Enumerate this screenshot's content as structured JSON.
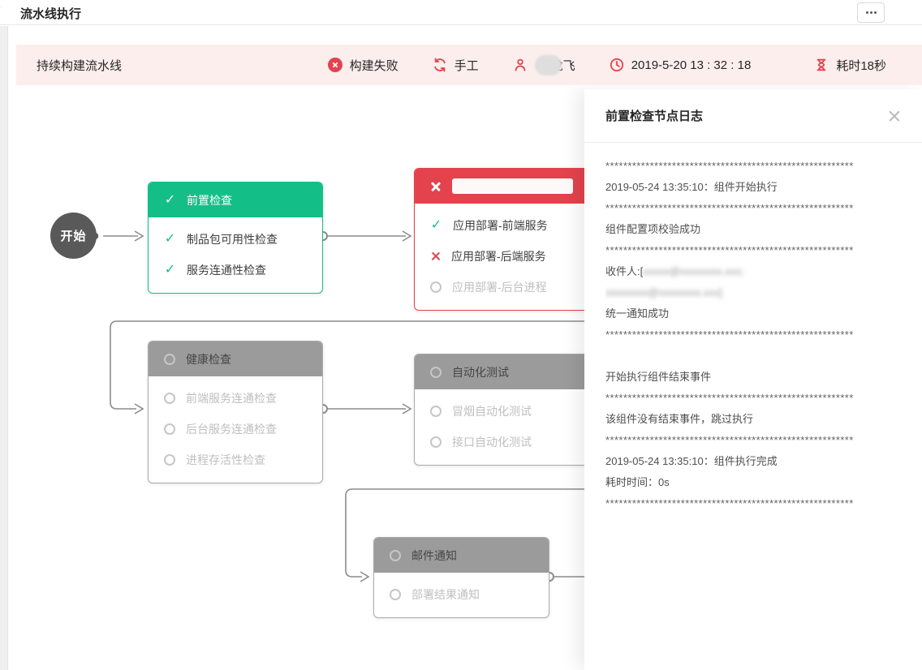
{
  "header": {
    "title": "流水线执行"
  },
  "status_bar": {
    "pipeline_name": "持续构建流水线",
    "build_status": "构建失败",
    "trigger_mode": "手工",
    "trigger_user": "龙飞",
    "start_time": "2019-5-20 13 : 32 : 18",
    "duration": "耗时18秒"
  },
  "flow": {
    "start_label": "开始",
    "nodes": [
      {
        "title": "前置检查",
        "status": "success",
        "items": [
          {
            "label": "制品包可用性检查",
            "status": "success"
          },
          {
            "label": "服务连通性检查",
            "status": "success"
          }
        ]
      },
      {
        "title": "",
        "title_redacted": true,
        "status": "failed",
        "items": [
          {
            "label": "应用部署-前端服务",
            "status": "success"
          },
          {
            "label": "应用部署-后端服务",
            "status": "failed"
          },
          {
            "label": "应用部署-后台进程",
            "status": "pending"
          }
        ]
      },
      {
        "title": "健康检查",
        "status": "pending",
        "items": [
          {
            "label": "前端服务连通检查",
            "status": "pending"
          },
          {
            "label": "后台服务连通检查",
            "status": "pending"
          },
          {
            "label": "进程存活性检查",
            "status": "pending"
          }
        ]
      },
      {
        "title": "自动化测试",
        "status": "pending",
        "items": [
          {
            "label": "冒烟自动化测试",
            "status": "pending"
          },
          {
            "label": "接口自动化测试",
            "status": "pending"
          }
        ]
      },
      {
        "title": "邮件通知",
        "status": "pending",
        "items": [
          {
            "label": "部署结果通知",
            "status": "pending"
          }
        ]
      }
    ]
  },
  "log_panel": {
    "title": "前置检查节点日志",
    "separator": "********************************************************",
    "entries": {
      "start": "2019-05-24 13:35:10：组件开始执行",
      "config_ok": "组件配置项校验成功",
      "recipients_prefix": "收件人:[",
      "recipients_masked_1": "xxxxx@xxxxxxxx.xxx;",
      "recipients_masked_2": "xxxxxxxx@xxxxxxxx.xxx]",
      "notify_ok": "统一通知成功",
      "end_event": "开始执行组件结束事件",
      "skip": "该组件没有结束事件，跳过执行",
      "finish": "2019-05-24 13:35:10：组件执行完成",
      "elapsed": "耗时时间：0s"
    }
  },
  "colors": {
    "success": "#13bf87",
    "failed": "#e2434d",
    "pending_header": "#9b9b9b",
    "accent_red": "#e2434d",
    "status_bar_bg": "#fbeeed"
  }
}
